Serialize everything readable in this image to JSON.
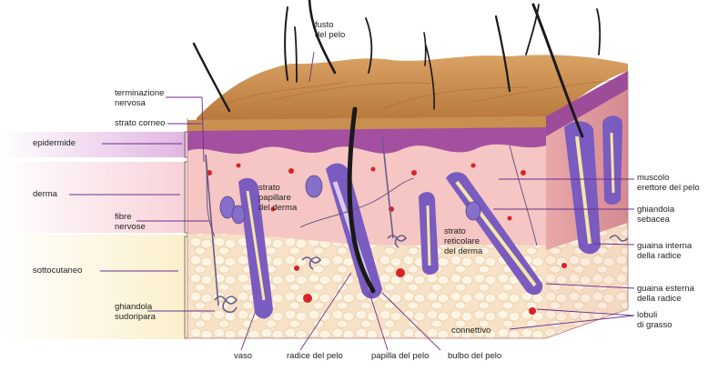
{
  "regions": {
    "epidermis": "epidermide",
    "dermis": "derma",
    "hypodermis": "sottocutaneo"
  },
  "labels": {
    "nerve_ending": "terminazione\nnervosa",
    "stratum_corneum": "strato corneo",
    "nerve_fibers": "fibre\nnervose",
    "sweat_gland": "ghiandola\nsudoripara",
    "vessel": "vaso",
    "hair_root": "radice del pelo",
    "hair_papilla": "papilla del pelo",
    "hair_bulb": "bulbo del pelo",
    "hair_shaft": "fusto\ndel pelo",
    "papillary_layer": "strato\npapillare\ndel derma",
    "reticular_layer": "strato\nreticolare\ndel derma",
    "connective": "connettivo",
    "arrector_muscle": "muscolo\nerettore del pelo",
    "sebaceous_gland": "ghiandola\nsebacea",
    "inner_root_sheath": "guaina interna\ndella radice",
    "outer_root_sheath": "guaina esterna\ndella radice",
    "fat_lobules": "lobuli\ndi grasso"
  },
  "colors": {
    "surface": "#c98f4e",
    "epidermis": "#a54fa0",
    "dermis": "#f5c6c3",
    "fat": "#fbeed6",
    "follicle": "#7a5bbf",
    "vessel": "#d8232a",
    "hair": "#1a1a1a",
    "leader": "#6b2f8a"
  }
}
